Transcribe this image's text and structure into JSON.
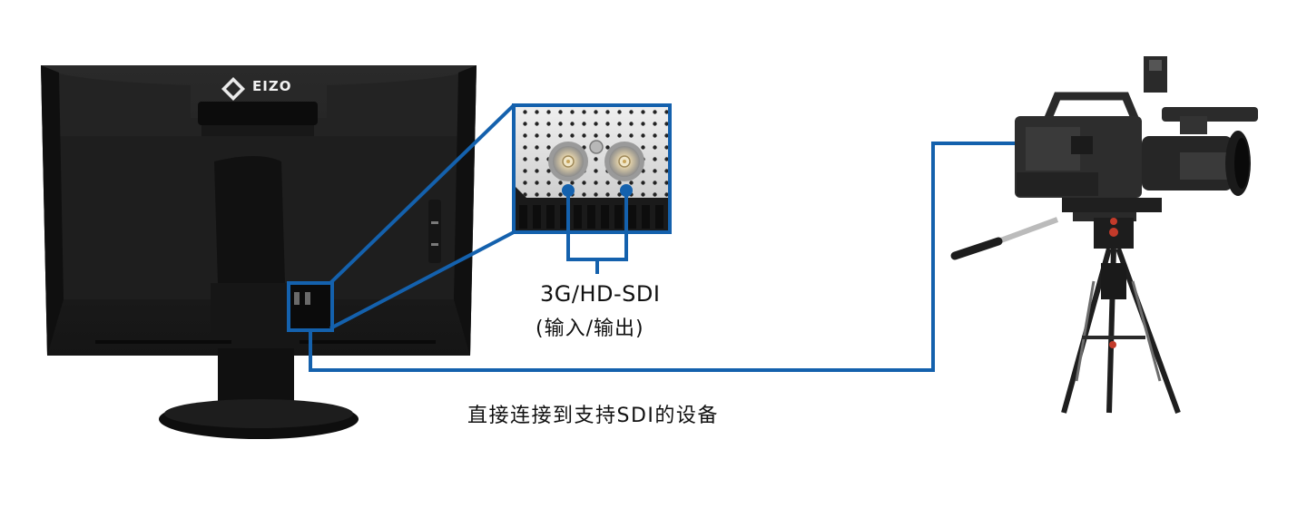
{
  "colors": {
    "connector": "#1461ad",
    "monitor_body": "#1c1c1c",
    "monitor_stand": "#141414",
    "camera_body": "#2a2a2a",
    "port_plate": "#e4e4e4"
  },
  "monitor": {
    "brand": "EIZO"
  },
  "callout": {
    "port_label": "3G/HD-SDI",
    "port_sub_label": "(输入/输出)"
  },
  "caption": {
    "text": "直接连接到支持SDI的设备"
  },
  "icons": [
    "eizo-logo-icon",
    "usb-icon",
    "bnc-connector-icon"
  ]
}
